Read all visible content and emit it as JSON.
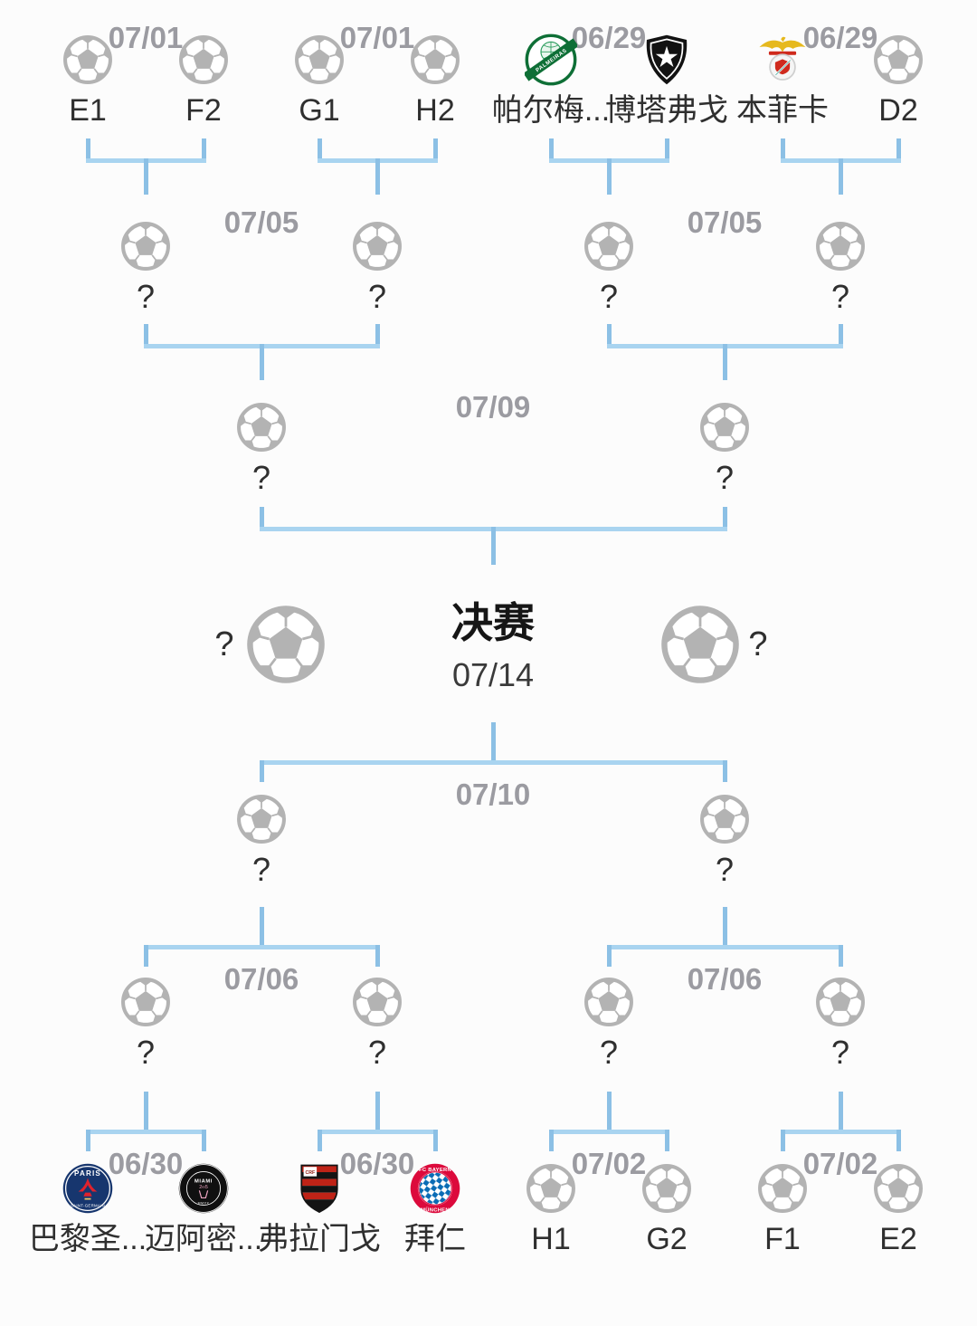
{
  "tournament": {
    "final": {
      "title": "决赛",
      "date": "07/14",
      "home": {
        "label": "?",
        "icon": "soccer-ball-icon"
      },
      "away": {
        "label": "?",
        "icon": "soccer-ball-icon"
      }
    },
    "rounds": {
      "round_of_16_top": {
        "matches": [
          {
            "date": "07/01",
            "home": {
              "label": "E1",
              "icon": "soccer-ball-icon"
            },
            "away": {
              "label": "F2",
              "icon": "soccer-ball-icon"
            }
          },
          {
            "date": "07/01",
            "home": {
              "label": "G1",
              "icon": "soccer-ball-icon"
            },
            "away": {
              "label": "H2",
              "icon": "soccer-ball-icon"
            }
          },
          {
            "date": "06/29",
            "home": {
              "label": "帕尔梅...",
              "icon": "palmeiras-logo"
            },
            "away": {
              "label": "博塔弗戈",
              "icon": "botafogo-logo"
            }
          },
          {
            "date": "06/29",
            "home": {
              "label": "本菲卡",
              "icon": "benfica-logo"
            },
            "away": {
              "label": "D2",
              "icon": "soccer-ball-icon"
            }
          }
        ]
      },
      "quarterfinals_top": {
        "matches": [
          {
            "date": "07/05",
            "home": {
              "label": "?",
              "icon": "soccer-ball-icon"
            },
            "away": {
              "label": "?",
              "icon": "soccer-ball-icon"
            }
          },
          {
            "date": "07/05",
            "home": {
              "label": "?",
              "icon": "soccer-ball-icon"
            },
            "away": {
              "label": "?",
              "icon": "soccer-ball-icon"
            }
          }
        ]
      },
      "semifinal_top": {
        "matches": [
          {
            "date": "07/09",
            "home": {
              "label": "?",
              "icon": "soccer-ball-icon"
            },
            "away": {
              "label": "?",
              "icon": "soccer-ball-icon"
            }
          }
        ]
      },
      "semifinal_bottom": {
        "matches": [
          {
            "date": "07/10",
            "home": {
              "label": "?",
              "icon": "soccer-ball-icon"
            },
            "away": {
              "label": "?",
              "icon": "soccer-ball-icon"
            }
          }
        ]
      },
      "quarterfinals_bottom": {
        "matches": [
          {
            "date": "07/06",
            "home": {
              "label": "?",
              "icon": "soccer-ball-icon"
            },
            "away": {
              "label": "?",
              "icon": "soccer-ball-icon"
            }
          },
          {
            "date": "07/06",
            "home": {
              "label": "?",
              "icon": "soccer-ball-icon"
            },
            "away": {
              "label": "?",
              "icon": "soccer-ball-icon"
            }
          }
        ]
      },
      "round_of_16_bottom": {
        "matches": [
          {
            "date": "06/30",
            "home": {
              "label": "巴黎圣...",
              "icon": "psg-logo"
            },
            "away": {
              "label": "迈阿密...",
              "icon": "inter-miami-logo"
            }
          },
          {
            "date": "06/30",
            "home": {
              "label": "弗拉门戈",
              "icon": "flamengo-logo"
            },
            "away": {
              "label": "拜仁",
              "icon": "bayern-logo"
            }
          },
          {
            "date": "07/02",
            "home": {
              "label": "H1",
              "icon": "soccer-ball-icon"
            },
            "away": {
              "label": "G2",
              "icon": "soccer-ball-icon"
            }
          },
          {
            "date": "07/02",
            "home": {
              "label": "F1",
              "icon": "soccer-ball-icon"
            },
            "away": {
              "label": "E2",
              "icon": "soccer-ball-icon"
            }
          }
        ]
      }
    }
  },
  "colors": {
    "connector_vertical": "#8cc0e5",
    "connector_horizontal": "#a9d4f0",
    "date_text": "#9b9ba1",
    "label_text": "#2f2f2f",
    "ball_gray": "#b3b3b3",
    "background": "#fcfcfc"
  }
}
